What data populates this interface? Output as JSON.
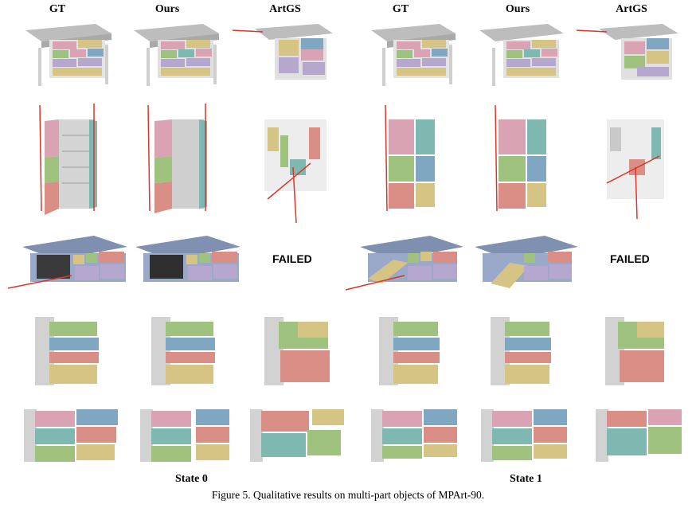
{
  "figure": {
    "column_headers": [
      "GT",
      "Ours",
      "ArtGS",
      "GT",
      "Ours",
      "ArtGS"
    ],
    "failed_label": "FAILED",
    "state_labels": [
      "State 0",
      "State 1"
    ],
    "caption": "Figure 5. Qualitative results on multi-part objects of MPArt-90.",
    "colors": {
      "pink": "#d9a3b3",
      "green": "#9fc27f",
      "blue": "#7fa7c2",
      "yellow": "#d6c485",
      "salmon": "#d98f86",
      "lavender": "#b6a7cf",
      "teal": "#7fb8b0",
      "gray": "#c9c9c9",
      "arrow": "#d9362a"
    }
  }
}
